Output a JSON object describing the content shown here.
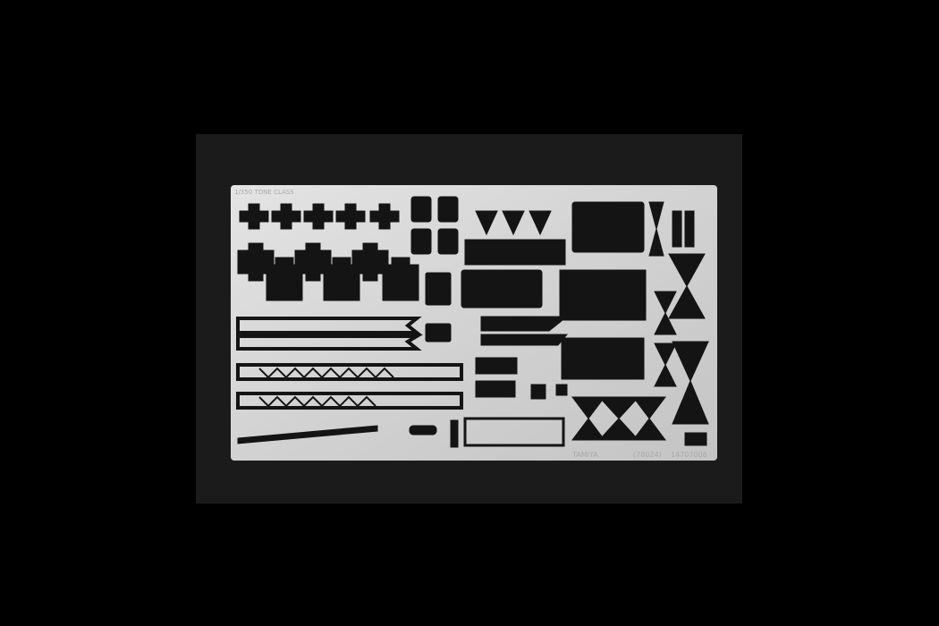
{
  "sheet": {
    "scale_label": "1/350  TONE  CLASS",
    "brand": "TAMIYA",
    "item_code": "(78024)",
    "part_number": "14707006"
  },
  "colors": {
    "background": "#000000",
    "backing_board": "#1b1b1b",
    "sheet_metal": "#d9d9d9",
    "etched_void": "#141414"
  }
}
